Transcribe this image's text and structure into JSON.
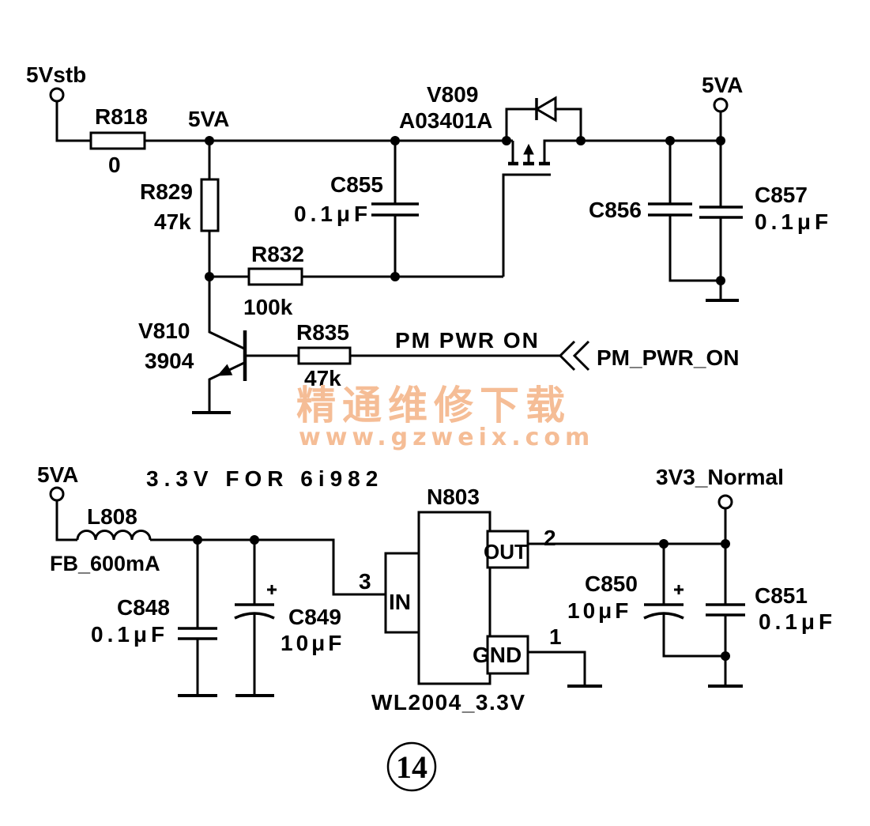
{
  "colors": {
    "background": "#ffffff",
    "ink": "#000000",
    "watermark": "#f5bd96"
  },
  "top_circuit": {
    "input_terminal": "5Vstb",
    "rail_label": "5VA",
    "output_terminal": "5VA",
    "r818": {
      "ref": "R818",
      "value": "0"
    },
    "r829": {
      "ref": "R829",
      "value": "47k"
    },
    "r832": {
      "ref": "R832",
      "value": "100k"
    },
    "r835": {
      "ref": "R835",
      "value": "47k"
    },
    "c855": {
      "ref": "C855",
      "value": "0.1μF"
    },
    "c856": {
      "ref": "C856"
    },
    "c857": {
      "ref": "C857",
      "value": "0.1μF"
    },
    "v809": {
      "ref": "V809",
      "part": "A03401A"
    },
    "v810": {
      "ref": "V810",
      "part": "3904"
    },
    "control_net": "PM PWR ON",
    "control_port": "PM_PWR_ON"
  },
  "watermark": {
    "name": "精通维修下载",
    "url": "www.gzweix.com"
  },
  "bottom_circuit": {
    "title": "3.3V FOR 6i982",
    "input_terminal": "5VA",
    "output_terminal": "3V3_Normal",
    "l808": {
      "ref": "L808",
      "value": "FB_600mA"
    },
    "c848": {
      "ref": "C848",
      "value": "0.1μF"
    },
    "c849": {
      "ref": "C849",
      "value": "10μF"
    },
    "c850": {
      "ref": "C850",
      "value": "10μF"
    },
    "c851": {
      "ref": "C851",
      "value": "0.1μF"
    },
    "n803": {
      "ref": "N803",
      "part": "WL2004_3.3V",
      "pin_in": {
        "name": "IN",
        "number": "3"
      },
      "pin_out": {
        "name": "OUT",
        "number": "2"
      },
      "pin_gnd": {
        "name": "GND",
        "number": "1"
      }
    }
  },
  "figure_number": "14"
}
